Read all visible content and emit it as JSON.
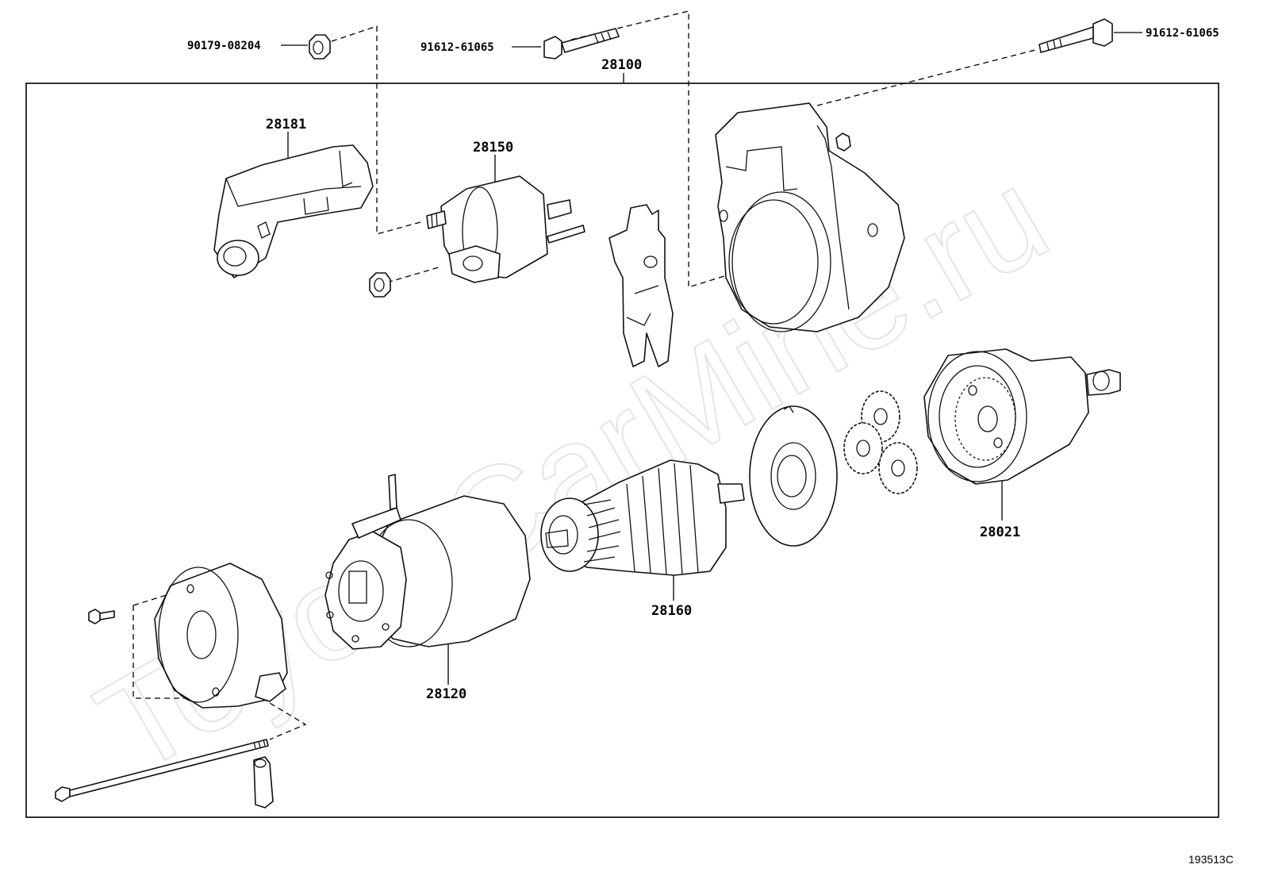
{
  "watermark": "ToyotaCarMine.ru",
  "diagram_code": "193513C",
  "labels": {
    "nut_top": "90179-08204",
    "bolt_top": "91612-61065",
    "bolt_right": "91612-61065",
    "starter_assy": "28100",
    "cover": "28181",
    "switch": "28150",
    "yoke": "28120",
    "armature": "28160",
    "clutch": "28021"
  }
}
